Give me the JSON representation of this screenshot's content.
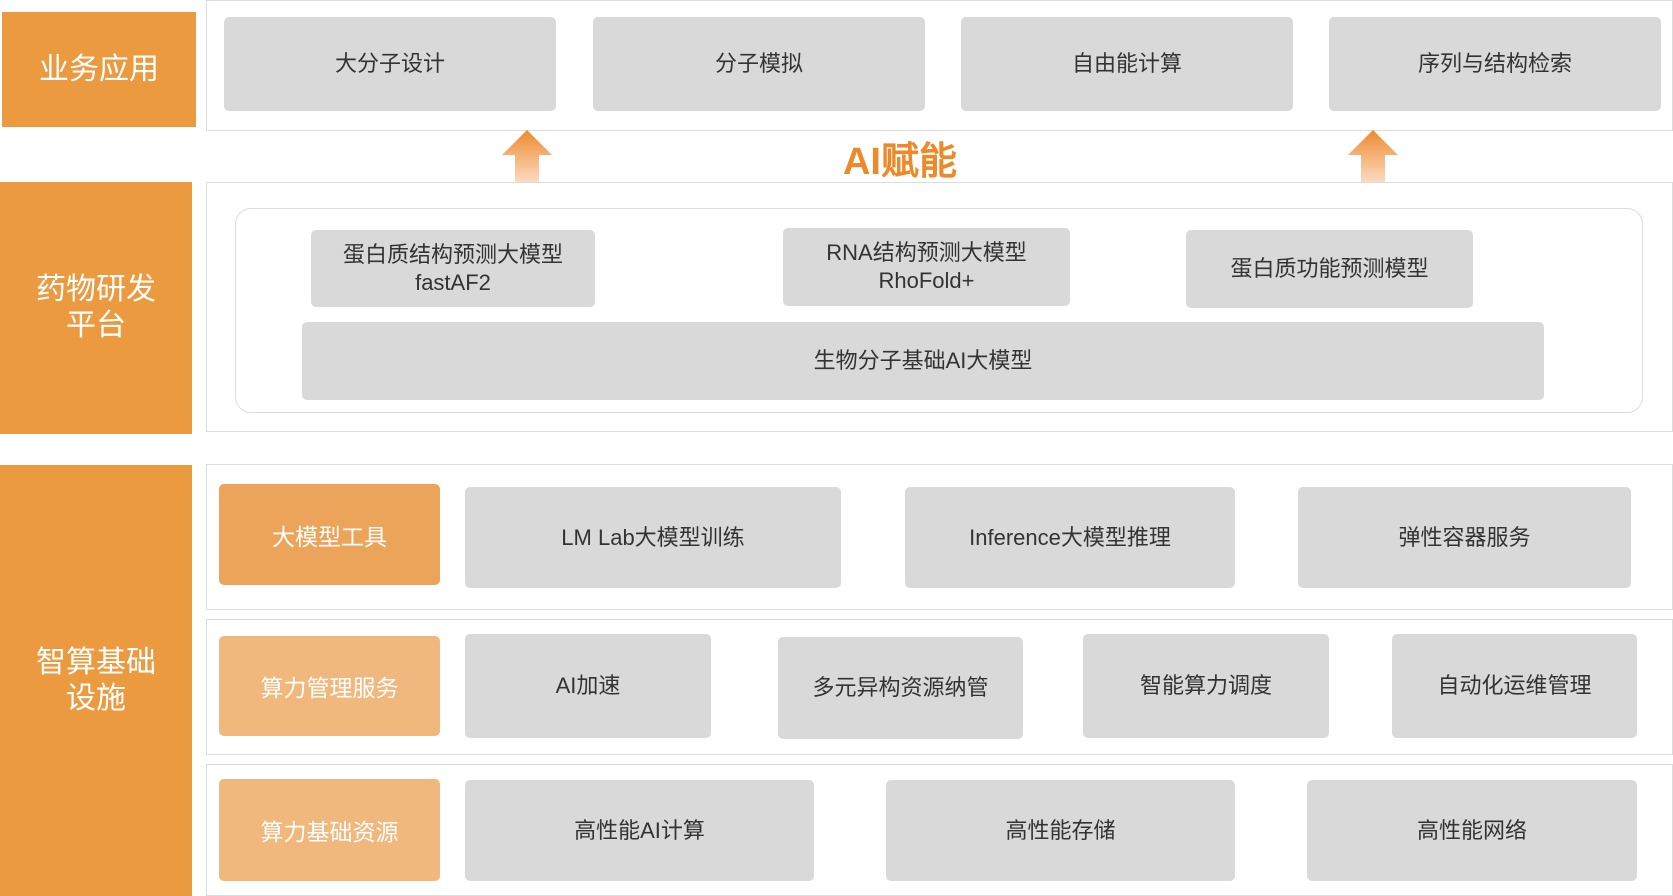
{
  "sections": {
    "business": "业务应用",
    "platform": "药物研发\n平台",
    "infra": "智算基础\n设施"
  },
  "business_apps": [
    "大分子设计",
    "分子模拟",
    "自由能计算",
    "序列与结构检索"
  ],
  "banner": "AI赋能",
  "platform_models": {
    "protein_structure": "蛋白质结构预测大模型\nfastAF2",
    "rna_structure": "RNA结构预测大模型\nRhoFold+",
    "protein_function": "蛋白质功能预测模型",
    "foundation": "生物分子基础AI大模型"
  },
  "infra_rows": [
    {
      "label": "大模型工具",
      "items": [
        "LM Lab大模型训练",
        "Inference大模型推理",
        "弹性容器服务"
      ]
    },
    {
      "label": "算力管理服务",
      "items": [
        "AI加速",
        "多元异构资源纳管",
        "智能算力调度",
        "自动化运维管理"
      ]
    },
    {
      "label": "算力基础资源",
      "items": [
        "高性能AI计算",
        "高性能存储",
        "高性能网络"
      ]
    }
  ],
  "colors": {
    "side_orange": "#EC9A40",
    "tool_orange": "#ECA45A",
    "tool_light_orange": "#F0B87C",
    "box_gray": "#D9D9D9",
    "banner_orange": "#EC8A2A"
  },
  "icons": {
    "up_arrow": "up-arrow-icon"
  }
}
